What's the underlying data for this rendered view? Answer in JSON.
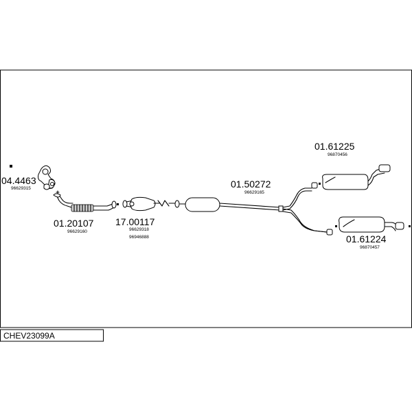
{
  "diagram_title": "CHEV23099A",
  "parts": [
    {
      "id": "p1",
      "code": "04.4463",
      "refs": [
        "96629315"
      ]
    },
    {
      "id": "p2",
      "code": "01.20107",
      "refs": [
        "96629160"
      ]
    },
    {
      "id": "p3",
      "code": "17.00117",
      "refs": [
        "96629318",
        "96946888"
      ]
    },
    {
      "id": "p4",
      "code": "01.50272",
      "refs": [
        "96629165"
      ]
    },
    {
      "id": "p5",
      "code": "01.61225",
      "refs": [
        "96870456"
      ]
    },
    {
      "id": "p6",
      "code": "01.61224",
      "refs": [
        "96870457"
      ]
    }
  ]
}
